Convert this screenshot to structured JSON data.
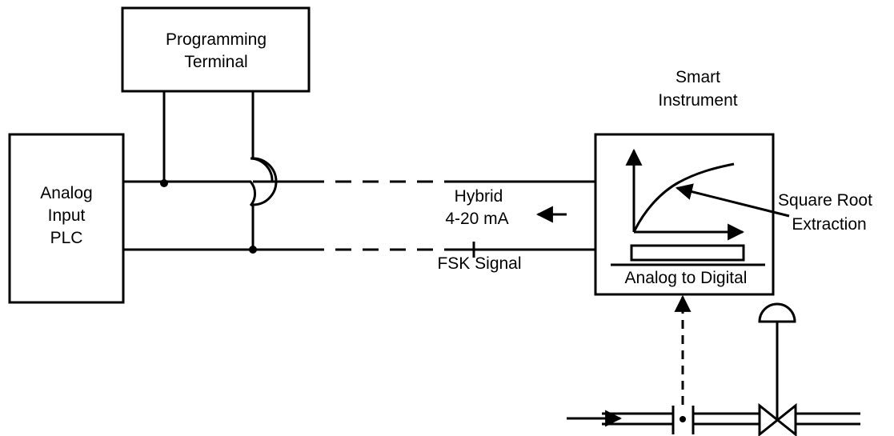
{
  "programming_terminal": {
    "line1": "Programming",
    "line2": "Terminal"
  },
  "plc": {
    "line1": "Analog",
    "line2": "Input",
    "line3": "PLC"
  },
  "smart_instrument": {
    "line1": "Smart",
    "line2": "Instrument"
  },
  "signal": {
    "line1": "Hybrid",
    "line2": "4-20 mA",
    "line3": "FSK Signal"
  },
  "square_root": {
    "line1": "Square Root",
    "line2": "Extraction"
  },
  "adc": {
    "label": "Analog to Digital"
  }
}
